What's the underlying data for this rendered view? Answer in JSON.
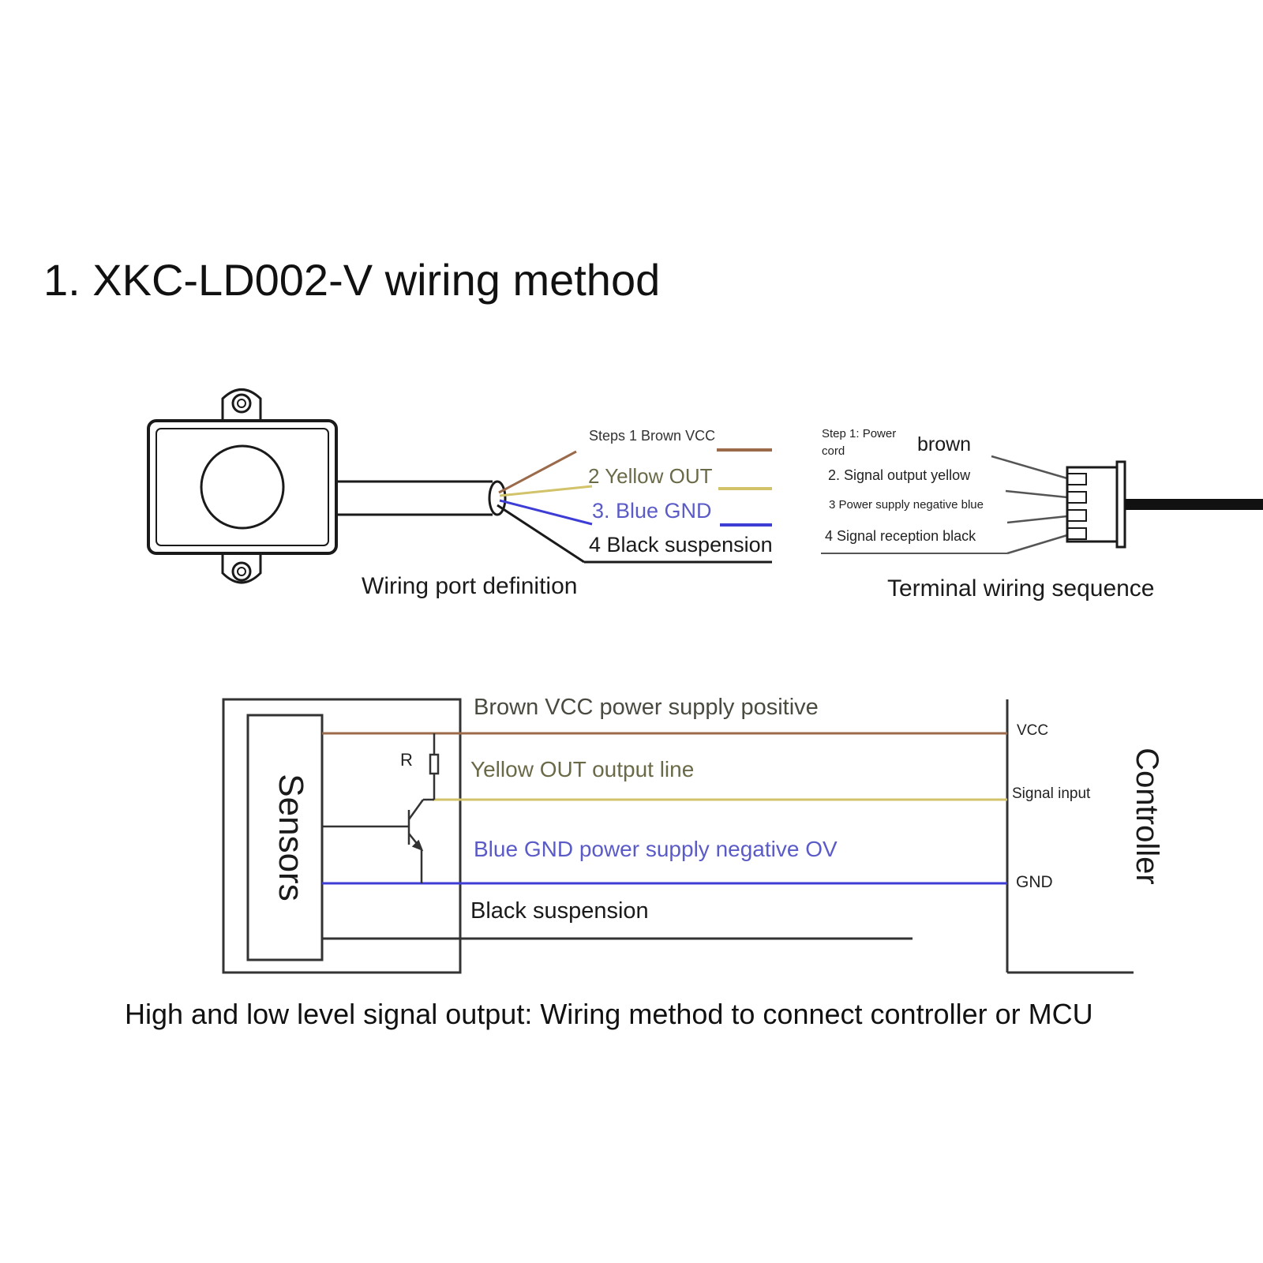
{
  "title": "1. XKC-LD002-V wiring method",
  "colors": {
    "brown": "#9b6a4a",
    "yellow": "#d2c36a",
    "blue": "#3d3dd6",
    "black": "#1a1a1a",
    "brown_text": "#4a4a40",
    "yellow_text": "#6b6a48",
    "blue_text": "#5b5bc8"
  },
  "port_definition": {
    "wires": [
      {
        "label": "Steps 1 Brown VCC",
        "color": "brown"
      },
      {
        "label": "2 Yellow OUT",
        "color": "yellow"
      },
      {
        "label": "3. Blue GND",
        "color": "blue"
      },
      {
        "label": "4 Black suspension",
        "color": "black"
      }
    ],
    "caption": "Wiring port definition"
  },
  "terminal_sequence": {
    "step1_label": "Step 1: Power\ncord",
    "step1_color": "brown",
    "pins": [
      "2. Signal output yellow",
      "3 Power supply negative blue",
      "4 Signal reception black"
    ],
    "caption": "Terminal wiring sequence"
  },
  "schematic": {
    "sensor_label": "Sensors",
    "resistor_label": "R",
    "controller_label": "Controller",
    "lines": [
      {
        "label": "Brown VCC power supply positive",
        "terminal": "VCC",
        "color": "brown"
      },
      {
        "label": "Yellow OUT output line",
        "terminal": "Signal input",
        "color": "yellow"
      },
      {
        "label": "Blue GND power supply negative OV",
        "terminal": "GND",
        "color": "blue"
      },
      {
        "label": "Black suspension",
        "terminal": "",
        "color": "black"
      }
    ],
    "caption": "High and low level signal output: Wiring method to connect controller or MCU"
  }
}
